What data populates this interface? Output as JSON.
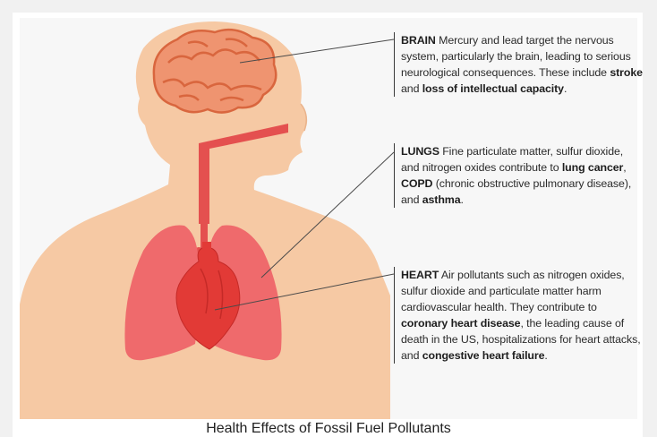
{
  "caption": "Health Effects of Fossil Fuel Pollutants",
  "colors": {
    "background": "#f1f1f1",
    "panel": "#f7f7f7",
    "skin": "#f6c9a4",
    "brain": "#ef9470",
    "brain_outline": "#d9663e",
    "lungs": "#ef6a6c",
    "airway": "#e4504f",
    "heart": "#e23a36",
    "leader_line": "#4a4a4a"
  },
  "callouts": {
    "brain": {
      "heading": "BRAIN",
      "text1": " Mercury and lead target the nervous system, particularly the brain, leading to serious neurological consequences.  These include ",
      "bold1": "stroke",
      "text2": " and ",
      "bold2": "loss of intellectual capacity",
      "text3": "."
    },
    "lungs": {
      "heading": "LUNGS",
      "text1": " Fine particulate matter, sulfur dioxide, and nitrogen oxides contribute to ",
      "bold1": "lung cancer",
      "text2": ", ",
      "bold2": "COPD",
      "text3": " (chronic obstructive pulmonary disease), and ",
      "bold3": "asthma",
      "text4": "."
    },
    "heart": {
      "heading": "HEART",
      "text1": " Air pollutants such as nitrogen oxides, sulfur dioxide and particulate matter harm cardiovascular health.  They contribute to ",
      "bold1": "coronary heart disease",
      "text2": ", the leading cause of death in the US, hospitalizations for heart attacks, and ",
      "bold2": "congestive heart failure",
      "text3": "."
    }
  }
}
